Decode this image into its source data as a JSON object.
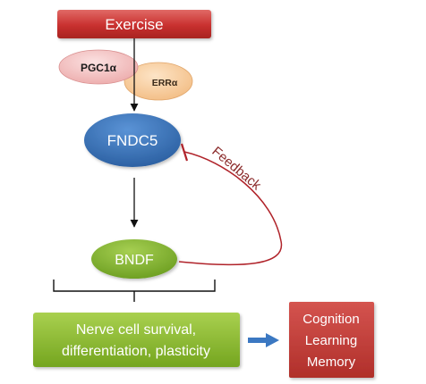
{
  "diagram": {
    "nodes": {
      "exercise": "Exercise",
      "pgc1a": "PGC1α",
      "erra": "ERRα",
      "fndc5": "FNDC5",
      "bndf": "BNDF",
      "outcome_line1": "Nerve cell survival,",
      "outcome_line2": "differentiation, plasticity",
      "cognition": "Cognition",
      "learning": "Learning",
      "memory": "Memory"
    },
    "edge_labels": {
      "feedback": "Feedback"
    },
    "colors": {
      "exercise_red": "#c9302f",
      "fndc5_blue": "#2f6bb3",
      "bndf_green": "#7fb02b",
      "outcome_green": "#8bbb2c",
      "cognition_red": "#c23a35",
      "feedback_line": "#b0232a",
      "arrow_blue": "#3b78c2",
      "pgc_pink": "#f0b5b5",
      "err_peach": "#f6c89a"
    }
  }
}
